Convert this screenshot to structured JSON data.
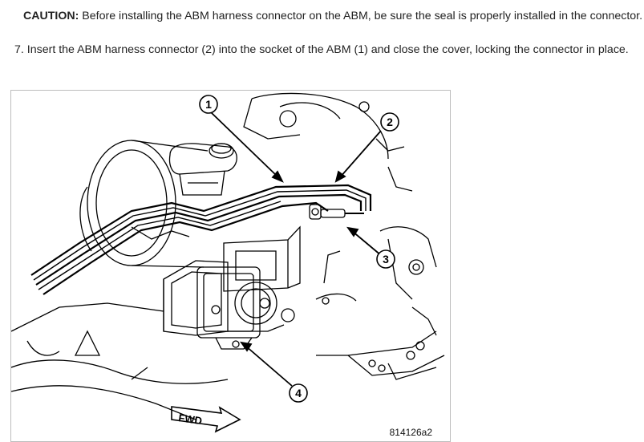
{
  "caution": {
    "label": "CAUTION:",
    "text": " Before installing the ABM harness connector on the ABM, be sure the seal is properly installed in the connector."
  },
  "step": {
    "text": "7. Insert the ABM harness connector (2) into the socket of the ABM (1) and close the cover, locking the connector in place."
  },
  "figure": {
    "callouts": [
      "1",
      "2",
      "3",
      "4"
    ],
    "fwd_label": "FWD",
    "figure_id": "814126a2"
  }
}
